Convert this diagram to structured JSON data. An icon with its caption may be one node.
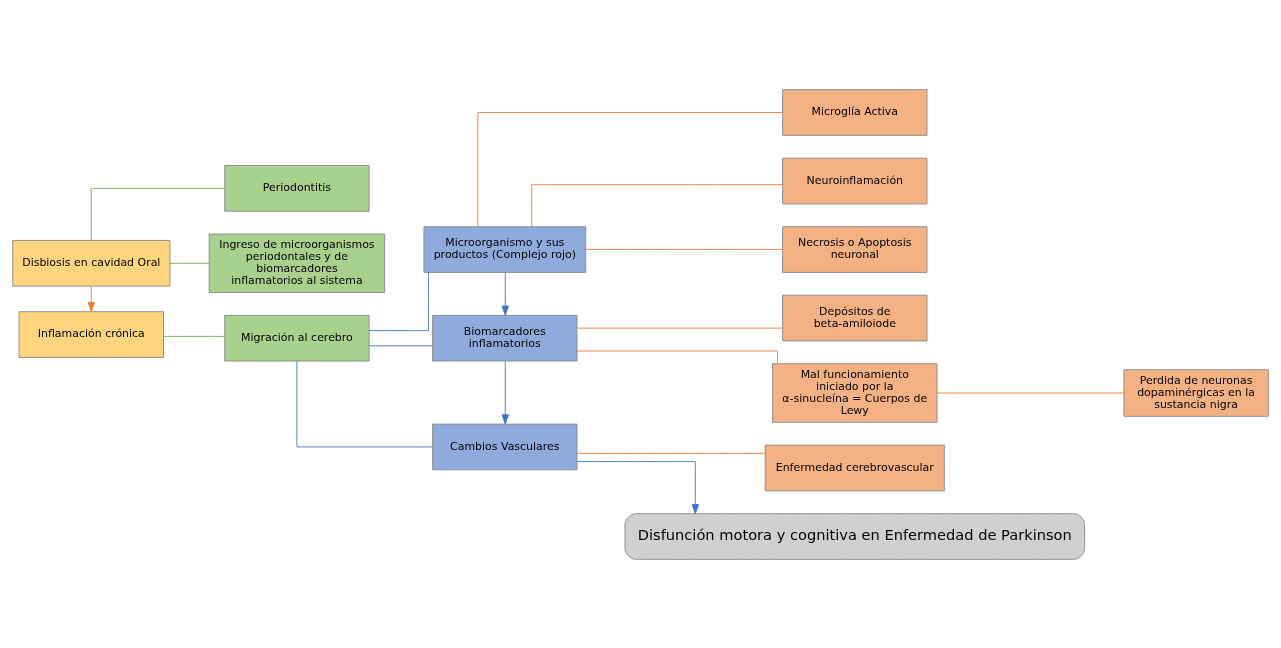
{
  "diagram": {
    "nodes": [
      {
        "text": [
          "Disbiosis en cavidad Oral"
        ]
      },
      {
        "text": [
          "Periodontitis"
        ]
      },
      {
        "text": [
          "Ingreso de microorganismos periodontales y de biomarcadores inflamatorios al sistema"
        ]
      },
      {
        "text": [
          "Inflamación crónica"
        ]
      },
      {
        "text": [
          "Migración al cerebro"
        ]
      },
      {
        "text": [
          "Microorganismo y sus productos (Complejo rojo)"
        ]
      },
      {
        "text": [
          "Biomarcadores inflamatorios"
        ]
      },
      {
        "text": [
          "Cambios Vasculares"
        ]
      },
      {
        "text": [
          "Microglía Activa"
        ]
      },
      {
        "text": [
          "Neuroinflamación"
        ]
      },
      {
        "text": [
          "Necrosis o Apoptosis neuronal"
        ]
      },
      {
        "text": [
          "Depósitos de beta-amiloiode"
        ]
      },
      {
        "text": [
          "Mal funcionamiento iniciado por la α-sinucleína = Cuerpos de Lewy"
        ]
      },
      {
        "text": [
          "Perdida de neuronas dopaminérgicas en la sustancia nigra"
        ]
      },
      {
        "text": [
          "Enfermedad cerebrovascular"
        ]
      },
      {
        "text": [
          "Disfunción motora y cognitiva en Enfermedad de Parkinson"
        ]
      }
    ],
    "edges": [
      {
        "from": 0,
        "to": 1,
        "arrow": "none",
        "color": "#70ad47"
      },
      {
        "from": 0,
        "to": 2,
        "arrow": "none",
        "color": "#70ad47"
      },
      {
        "from": 0,
        "to": 3,
        "arrow": "to"
      },
      {
        "from": 3,
        "to": 4,
        "arrow": "none",
        "color": "#70ad47"
      },
      {
        "from": 4,
        "to": 5,
        "arrow": "none",
        "color": "#4472c4"
      },
      {
        "from": 4,
        "to": 6,
        "arrow": "none",
        "color": "#4472c4"
      },
      {
        "from": 4,
        "to": 7,
        "arrow": "none",
        "color": "#4472c4"
      },
      {
        "from": 5,
        "to": 6,
        "arrow": "to",
        "color": "#4472c4"
      },
      {
        "from": 6,
        "to": 7,
        "arrow": "to",
        "color": "#4472c4"
      },
      {
        "from": 7,
        "to": 15,
        "arrow": "to",
        "color": "#4472c4"
      },
      {
        "from": 5,
        "to": 8,
        "arrow": "none"
      },
      {
        "from": 5,
        "to": 9,
        "arrow": "none"
      },
      {
        "from": 5,
        "to": 10,
        "arrow": "none"
      },
      {
        "from": 6,
        "to": 11,
        "arrow": "none"
      },
      {
        "from": 6,
        "to": 12,
        "arrow": "none"
      },
      {
        "from": 12,
        "to": 13,
        "arrow": "none"
      },
      {
        "from": 7,
        "to": 14,
        "arrow": "none"
      }
    ]
  }
}
